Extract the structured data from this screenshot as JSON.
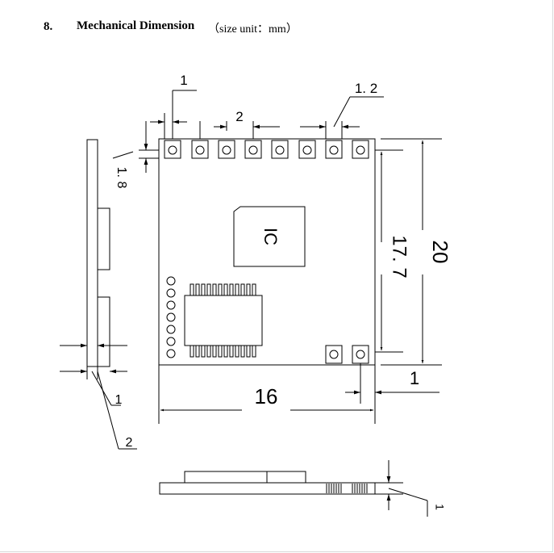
{
  "header": {
    "section_number": "8.",
    "section_title": "Mechanical Dimension",
    "unit_note": "（size unit：mm）"
  },
  "drawing": {
    "chip_label": "IC",
    "dimensions": {
      "pad_width": "1",
      "pad_pitch": "2",
      "pad_gap": "1. 2",
      "pad_length": "1. 8",
      "module_height": "20",
      "pad_span": "17. 7",
      "module_width": "16",
      "edge_offset": "1",
      "side_pad": "1",
      "side_pitch": "2",
      "bottom_thickness": "1"
    }
  }
}
